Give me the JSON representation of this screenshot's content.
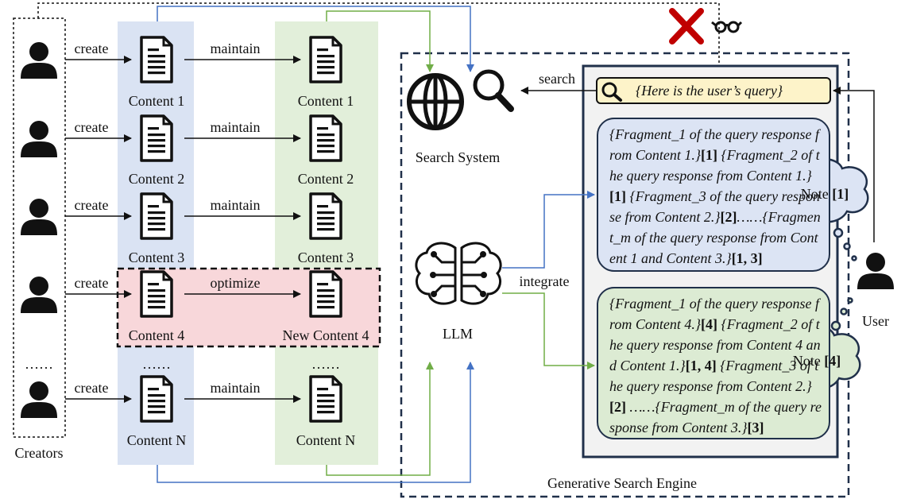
{
  "creators": {
    "label": "Creators",
    "ellipsis": "……",
    "actions": [
      "create",
      "create",
      "create",
      "create",
      "create"
    ]
  },
  "contents": {
    "original": [
      "Content 1",
      "Content 2",
      "Content 3",
      "Content 4",
      "Content N"
    ],
    "original_ellipsis": "……",
    "maintained": [
      "Content 1",
      "Content 2",
      "Content 3",
      "New Content 4",
      "Content N"
    ],
    "maintained_ellipsis": "……",
    "actions": [
      "maintain",
      "maintain",
      "maintain",
      "optimize",
      "maintain"
    ]
  },
  "engine": {
    "label": "Generative Search Engine",
    "search_system_label": "Search System",
    "llm_label": "LLM",
    "search_label": "search",
    "integrate_label": "integrate",
    "user_label": "User",
    "query": "{Here is the user’s query}"
  },
  "responses": {
    "blue_parts": [
      {
        "t": "{Fragment_1 of the query response from Content 1.}"
      },
      {
        "c": "[1]"
      },
      {
        "t": " {Fragment_2 of the query response from Content 1.}"
      },
      {
        "c": "[1]"
      },
      {
        "t": " {Fragment_3 of the query response from Content 2.}"
      },
      {
        "c": "[2]"
      },
      {
        "t": "……{Fragment_m of the query response from Content 1 and Content 3.}"
      },
      {
        "c": "[1, 3]"
      }
    ],
    "green_parts": [
      {
        "t": "{Fragment_1 of the query response from Content 4.}"
      },
      {
        "c": "[4]"
      },
      {
        "t": " {Fragment_2 of the query response from Content 4 and Content 1.}"
      },
      {
        "c": "[1, 4]"
      },
      {
        "t": " {Fragment_3 of the query response from Content 2.}"
      },
      {
        "c": "[2]"
      },
      {
        "t": " ……{Fragment_m of the query response from Content 3.}"
      },
      {
        "c": "[3]"
      }
    ],
    "note1_text": "Note ",
    "note1_ref": "[1]",
    "note4_text": "Note ",
    "note4_ref": "[4]"
  },
  "icons": {
    "creator": "person-icon",
    "document": "document-icon",
    "search_system": "globe-magnifier-icon",
    "llm": "brain-circuit-icon",
    "blocked": "red-x-icon",
    "viewer": "glasses-icon",
    "query": "magnifier-icon"
  },
  "colors": {
    "blue_column": "#dae3f3",
    "green_column": "#e2efda",
    "optimize_box": "#f8d7da",
    "blue_arrow": "#4472c4",
    "green_arrow": "#70ad47",
    "red_x": "#c00000",
    "query_bg": "#fdf3c9"
  }
}
